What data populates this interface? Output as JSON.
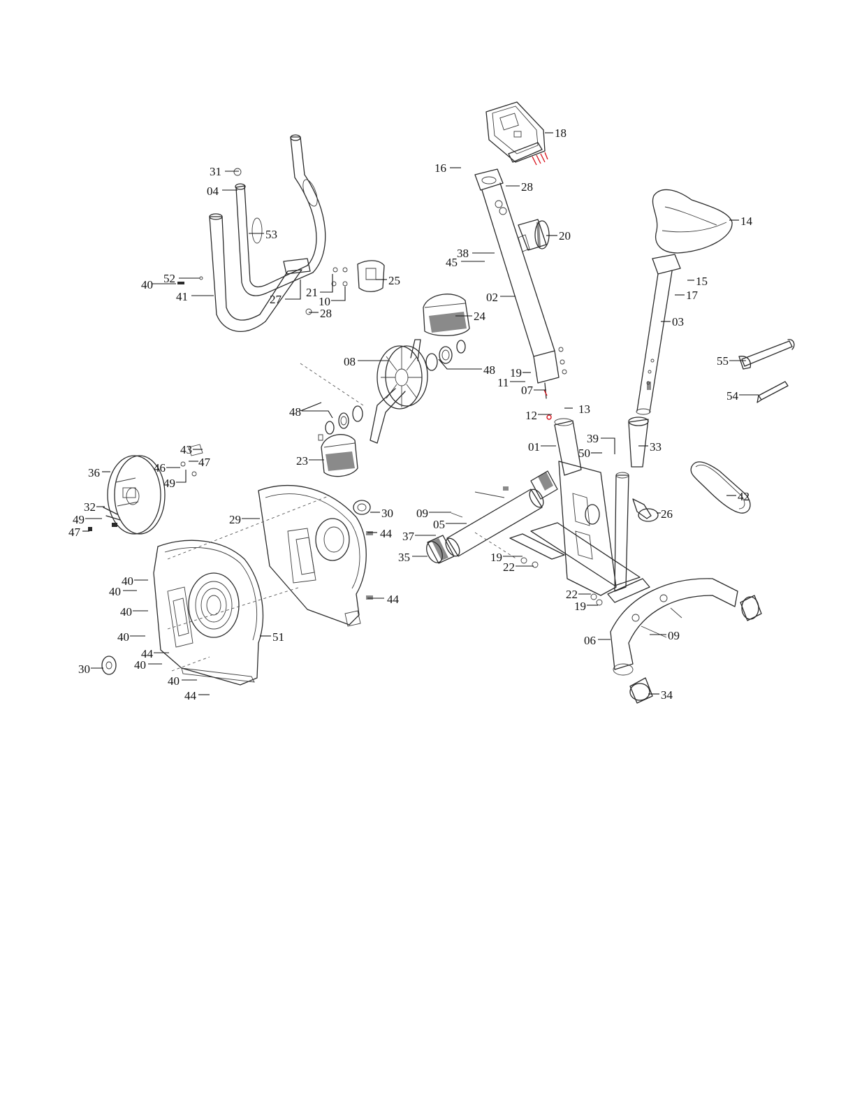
{
  "diagram": {
    "callouts": [
      {
        "id": "c18",
        "label": "18"
      },
      {
        "id": "c16",
        "label": "16"
      },
      {
        "id": "c28a",
        "label": "28"
      },
      {
        "id": "c20",
        "label": "20"
      },
      {
        "id": "c38",
        "label": "38"
      },
      {
        "id": "c45",
        "label": "45"
      },
      {
        "id": "c02",
        "label": "02"
      },
      {
        "id": "c14",
        "label": "14"
      },
      {
        "id": "c15",
        "label": "15"
      },
      {
        "id": "c17",
        "label": "17"
      },
      {
        "id": "c03",
        "label": "03"
      },
      {
        "id": "c31",
        "label": "31"
      },
      {
        "id": "c04",
        "label": "04"
      },
      {
        "id": "c53",
        "label": "53"
      },
      {
        "id": "c52",
        "label": "52"
      },
      {
        "id": "c40a",
        "label": "40"
      },
      {
        "id": "c41",
        "label": "41"
      },
      {
        "id": "c27",
        "label": "27"
      },
      {
        "id": "c21",
        "label": "21"
      },
      {
        "id": "c10",
        "label": "10"
      },
      {
        "id": "c28b",
        "label": "28"
      },
      {
        "id": "c25",
        "label": "25"
      },
      {
        "id": "c24",
        "label": "24"
      },
      {
        "id": "c08",
        "label": "08"
      },
      {
        "id": "c48a",
        "label": "48"
      },
      {
        "id": "c19a",
        "label": "19"
      },
      {
        "id": "c11",
        "label": "11"
      },
      {
        "id": "c07",
        "label": "07"
      },
      {
        "id": "c55",
        "label": "55"
      },
      {
        "id": "c54",
        "label": "54"
      },
      {
        "id": "c48b",
        "label": "48"
      },
      {
        "id": "c12",
        "label": "12"
      },
      {
        "id": "c13",
        "label": "13"
      },
      {
        "id": "c01",
        "label": "01"
      },
      {
        "id": "c39",
        "label": "39"
      },
      {
        "id": "c50",
        "label": "50"
      },
      {
        "id": "c33",
        "label": "33"
      },
      {
        "id": "c23",
        "label": "23"
      },
      {
        "id": "c42",
        "label": "42"
      },
      {
        "id": "c43",
        "label": "43"
      },
      {
        "id": "c46",
        "label": "46"
      },
      {
        "id": "c47a",
        "label": "47"
      },
      {
        "id": "c36",
        "label": "36"
      },
      {
        "id": "c49a",
        "label": "49"
      },
      {
        "id": "c32",
        "label": "32"
      },
      {
        "id": "c49b",
        "label": "49"
      },
      {
        "id": "c47b",
        "label": "47"
      },
      {
        "id": "c29",
        "label": "29"
      },
      {
        "id": "c30a",
        "label": "30"
      },
      {
        "id": "c09a",
        "label": "09"
      },
      {
        "id": "c05",
        "label": "05"
      },
      {
        "id": "c26",
        "label": "26"
      },
      {
        "id": "c44a",
        "label": "44"
      },
      {
        "id": "c37",
        "label": "37"
      },
      {
        "id": "c35",
        "label": "35"
      },
      {
        "id": "c19b",
        "label": "19"
      },
      {
        "id": "c22a",
        "label": "22"
      },
      {
        "id": "c40b",
        "label": "40"
      },
      {
        "id": "c40c",
        "label": "40"
      },
      {
        "id": "c44b",
        "label": "44"
      },
      {
        "id": "c22b",
        "label": "22"
      },
      {
        "id": "c19c",
        "label": "19"
      },
      {
        "id": "c40d",
        "label": "40"
      },
      {
        "id": "c40e",
        "label": "40"
      },
      {
        "id": "c51",
        "label": "51"
      },
      {
        "id": "c09b",
        "label": "09"
      },
      {
        "id": "c06",
        "label": "06"
      },
      {
        "id": "c44c",
        "label": "44"
      },
      {
        "id": "c40f",
        "label": "40"
      },
      {
        "id": "c30b",
        "label": "30"
      },
      {
        "id": "c40g",
        "label": "40"
      },
      {
        "id": "c44d",
        "label": "44"
      },
      {
        "id": "c34",
        "label": "34"
      }
    ]
  }
}
